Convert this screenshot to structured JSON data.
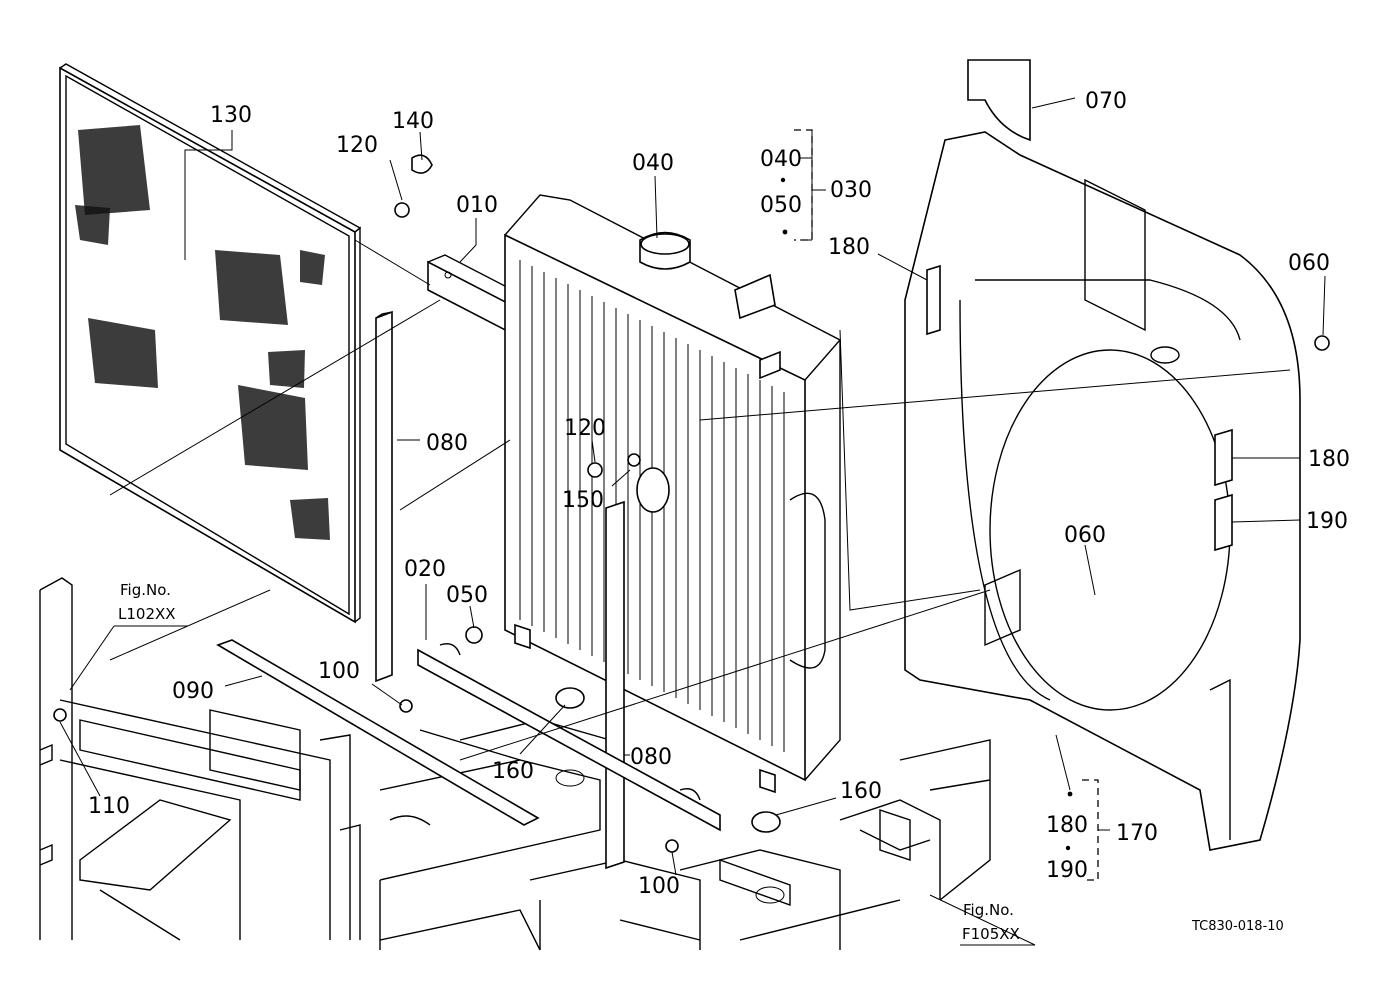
{
  "drawing_code": "TC830-018-10",
  "callouts": [
    {
      "id": "c010",
      "text": "010"
    },
    {
      "id": "c020",
      "text": "020"
    },
    {
      "id": "c030",
      "text": "030"
    },
    {
      "id": "c040a",
      "text": "040"
    },
    {
      "id": "c040b",
      "text": "040"
    },
    {
      "id": "c050a",
      "text": "050"
    },
    {
      "id": "c050b",
      "text": "050"
    },
    {
      "id": "c060a",
      "text": "060"
    },
    {
      "id": "c060b",
      "text": "060"
    },
    {
      "id": "c070",
      "text": "070"
    },
    {
      "id": "c080a",
      "text": "080"
    },
    {
      "id": "c080b",
      "text": "080"
    },
    {
      "id": "c090",
      "text": "090"
    },
    {
      "id": "c100a",
      "text": "100"
    },
    {
      "id": "c100b",
      "text": "100"
    },
    {
      "id": "c110",
      "text": "110"
    },
    {
      "id": "c120a",
      "text": "120"
    },
    {
      "id": "c120b",
      "text": "120"
    },
    {
      "id": "c130",
      "text": "130"
    },
    {
      "id": "c140",
      "text": "140"
    },
    {
      "id": "c150",
      "text": "150"
    },
    {
      "id": "c160a",
      "text": "160"
    },
    {
      "id": "c160b",
      "text": "160"
    },
    {
      "id": "c170",
      "text": "170"
    },
    {
      "id": "c180a",
      "text": "180"
    },
    {
      "id": "c180b",
      "text": "180"
    },
    {
      "id": "c180c",
      "text": "180"
    },
    {
      "id": "c190a",
      "text": "190"
    },
    {
      "id": "c190b",
      "text": "190"
    }
  ],
  "figure_refs": [
    {
      "id": "ref1",
      "title": "Fig.No.",
      "code": "L102XX"
    },
    {
      "id": "ref2",
      "title": "Fig.No.",
      "code": "F105XX"
    }
  ]
}
